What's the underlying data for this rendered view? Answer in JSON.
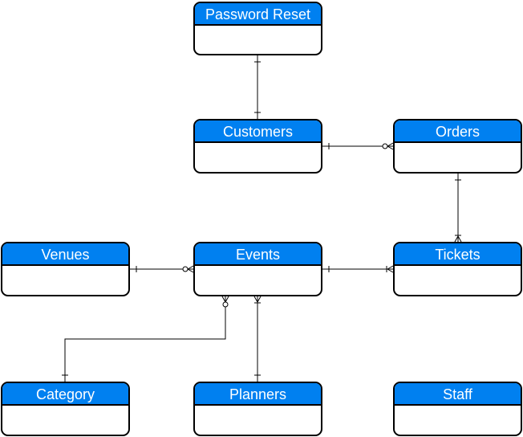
{
  "diagram": {
    "header_color": "#0080f0",
    "line_color": "#000000",
    "entities": [
      {
        "id": "password_reset",
        "name": "Password Reset"
      },
      {
        "id": "customers",
        "name": "Customers"
      },
      {
        "id": "orders",
        "name": "Orders"
      },
      {
        "id": "venues",
        "name": "Venues"
      },
      {
        "id": "events",
        "name": "Events"
      },
      {
        "id": "tickets",
        "name": "Tickets"
      },
      {
        "id": "category",
        "name": "Category"
      },
      {
        "id": "planners",
        "name": "Planners"
      },
      {
        "id": "staff",
        "name": "Staff"
      }
    ],
    "relationships": [
      {
        "from": "password_reset",
        "from_end": "one",
        "to": "customers",
        "to_end": "one"
      },
      {
        "from": "customers",
        "from_end": "one",
        "to": "orders",
        "to_end": "zero-or-many"
      },
      {
        "from": "orders",
        "from_end": "one",
        "to": "tickets",
        "to_end": "one-or-many"
      },
      {
        "from": "venues",
        "from_end": "one",
        "to": "events",
        "to_end": "zero-or-many"
      },
      {
        "from": "events",
        "from_end": "one",
        "to": "tickets",
        "to_end": "one-or-many"
      },
      {
        "from": "category",
        "from_end": "one",
        "to": "events",
        "to_end": "zero-or-many"
      },
      {
        "from": "planners",
        "from_end": "one",
        "to": "events",
        "to_end": "one-or-many"
      }
    ]
  }
}
